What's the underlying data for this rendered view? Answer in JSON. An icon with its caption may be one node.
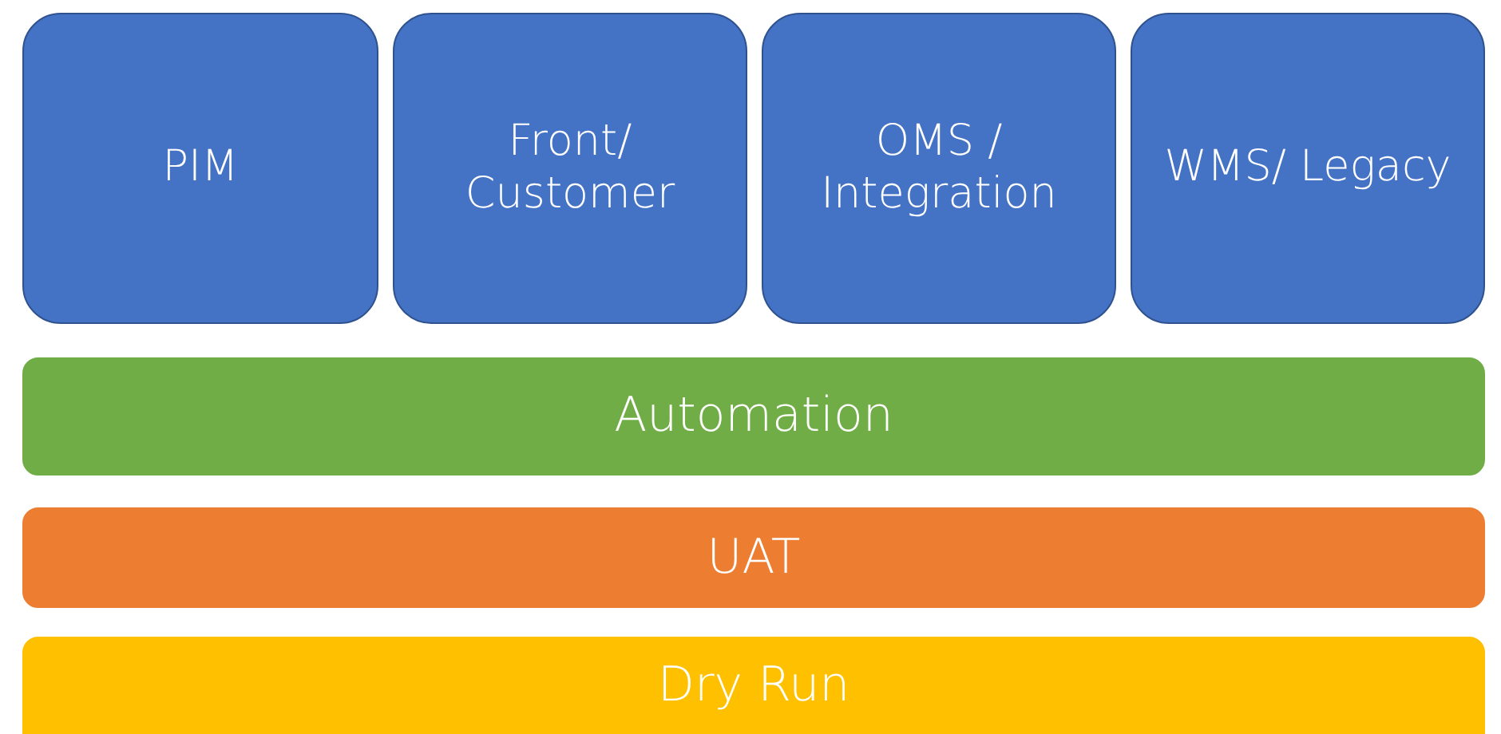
{
  "diagram": {
    "nodes": [
      {
        "text": [
          "PIM"
        ]
      },
      {
        "text": [
          "Front/ Customer"
        ]
      },
      {
        "text": [
          "OMS / Integration"
        ]
      },
      {
        "text": [
          "WMS/ Legacy"
        ]
      },
      {
        "text": [
          "Automation"
        ]
      },
      {
        "text": [
          "UAT"
        ]
      },
      {
        "text": [
          "Dry Run"
        ]
      }
    ]
  }
}
